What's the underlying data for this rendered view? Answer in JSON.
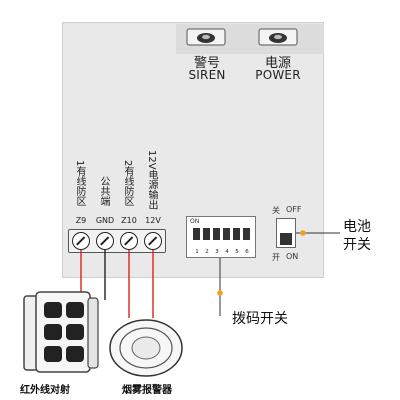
{
  "ports": {
    "siren_cn": "警号",
    "siren_en": "SIREN",
    "power_cn": "电源",
    "power_en": "POWER"
  },
  "terminal_labels": {
    "t1_desc": "1有线防区",
    "t2_desc": "公共端",
    "t3_desc": "2有线防区",
    "t4_desc": "12V电源输出",
    "t1": "Z9",
    "t2": "GND",
    "t3": "Z10",
    "t4": "12V"
  },
  "dip_switch": {
    "on_label": "ON",
    "numbers": [
      "1",
      "2",
      "3",
      "4",
      "5",
      "6"
    ]
  },
  "battery_switch": {
    "off_cn": "关",
    "off_en": "OFF",
    "on_cn": "开",
    "on_en": "ON"
  },
  "callouts": {
    "battery": "电池\n开关",
    "dip": "拨码开关"
  },
  "devices": {
    "pir": "红外线对射",
    "smoke": "烟雾报警器"
  },
  "colors": {
    "wire_red": "#e02020",
    "wire_black": "#222222",
    "callout_dot": "#f0a020"
  }
}
